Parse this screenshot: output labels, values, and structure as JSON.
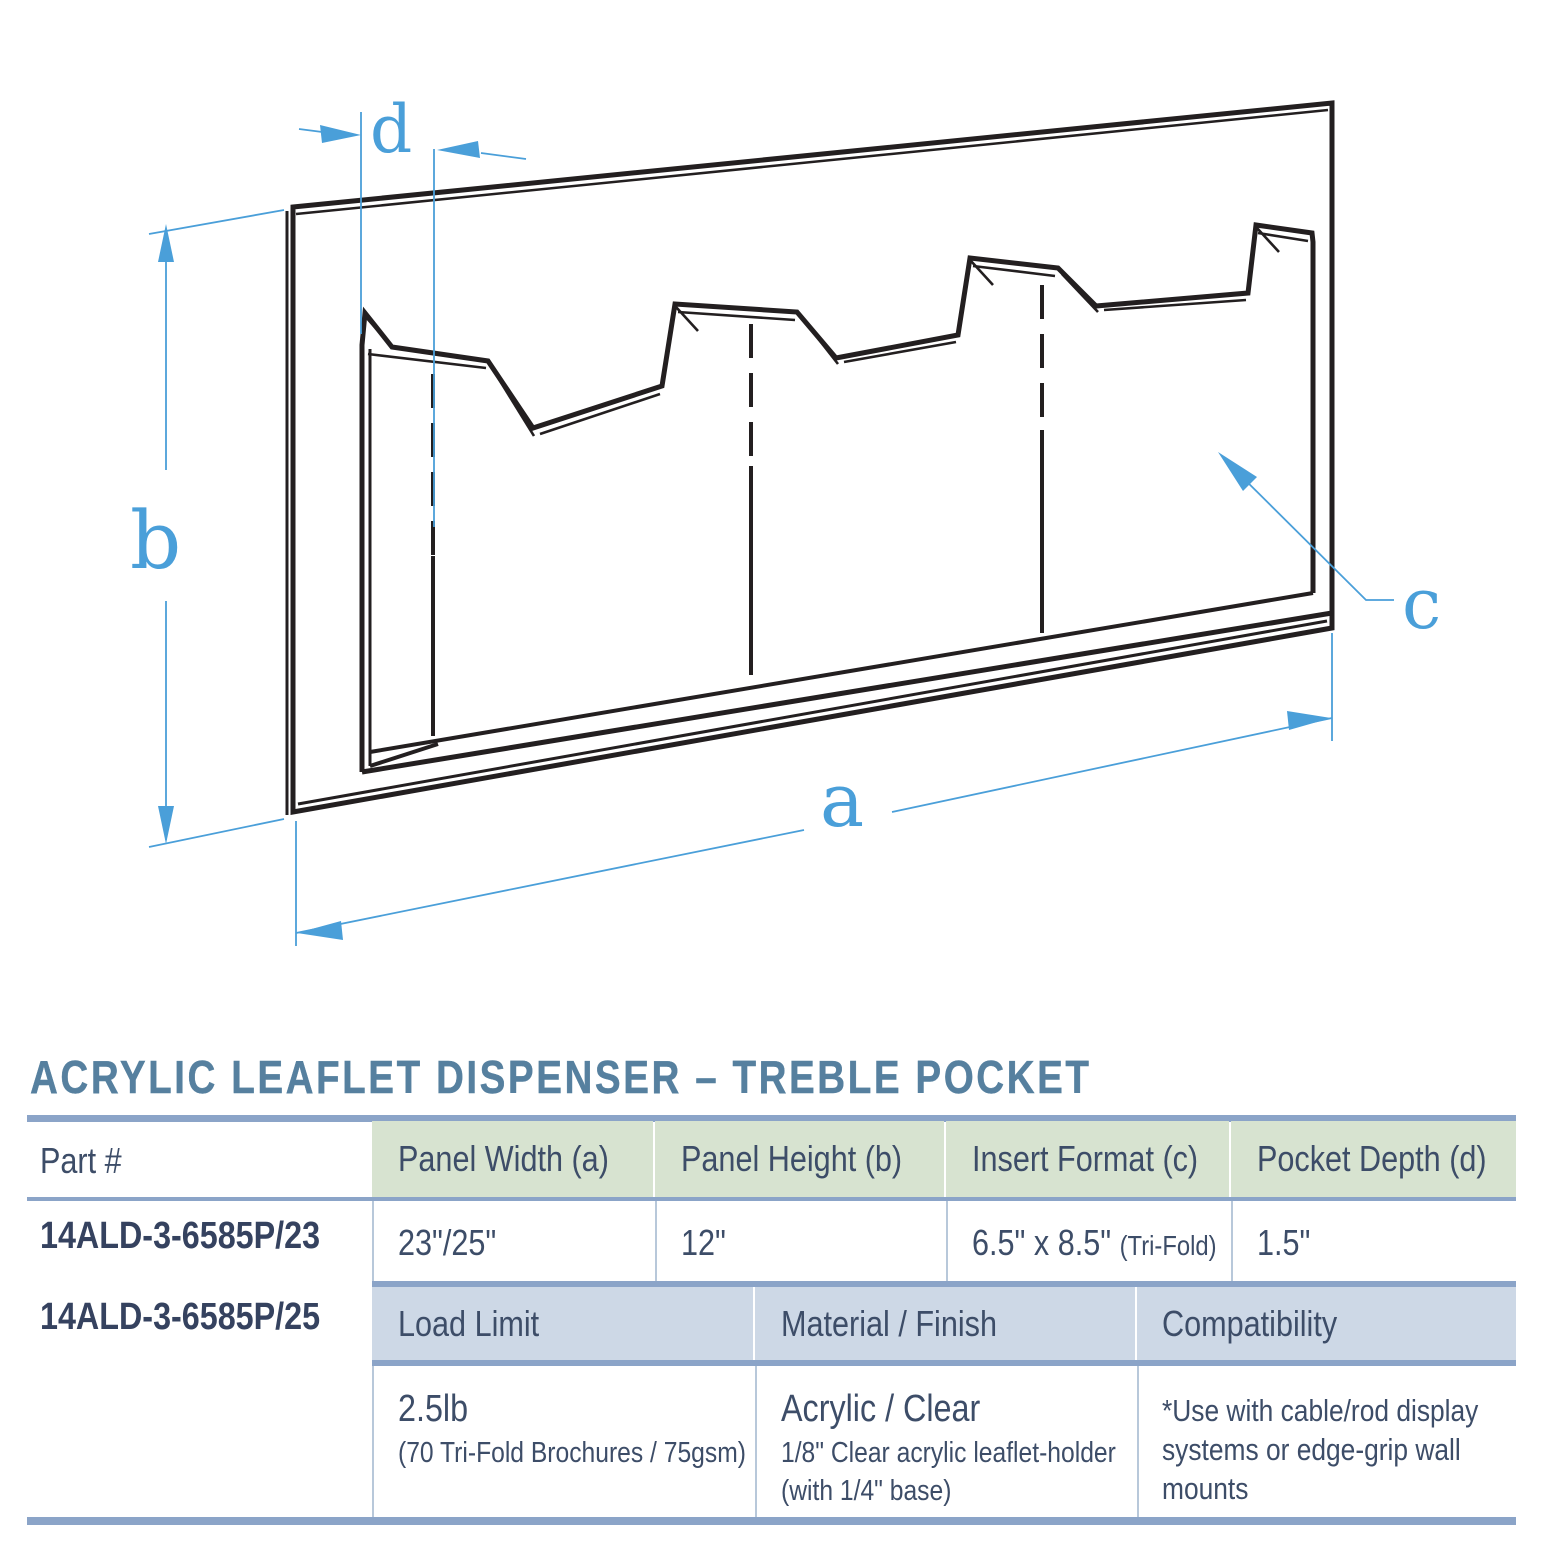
{
  "title": "ACRYLIC LEAFLET DISPENSER – TREBLE POCKET",
  "drawing": {
    "dim_labels": {
      "a": "a",
      "b": "b",
      "c": "c",
      "d": "d"
    }
  },
  "colors": {
    "dimension_blue": "#4a9fd9",
    "title_blue": "#56809f",
    "table_bar_blue": "#8ba4c8",
    "header_green": "#d7e3d0",
    "header_blue_gray": "#cdd8e6",
    "table_text": "#3d4d68",
    "drawing_line": "#231f20"
  },
  "table": {
    "part": {
      "header": "Part #",
      "numbers": [
        "14ALD-3-6585P/23",
        "14ALD-3-6585P/25"
      ]
    },
    "spec_columns": [
      {
        "header": "Panel Width (a)",
        "value": "23\"/25\""
      },
      {
        "header": "Panel Height (b)",
        "value": "12\""
      },
      {
        "header": "Insert Format (c)",
        "value": "6.5\" x 8.5\"",
        "note": "(Tri-Fold)"
      },
      {
        "header": "Pocket Depth (d)",
        "value": "1.5\""
      }
    ],
    "load_limit": {
      "header": "Load Limit",
      "value": "2.5lb",
      "note": "(70 Tri-Fold Brochures / 75gsm)"
    },
    "material": {
      "header": "Material / Finish",
      "value": "Acrylic / Clear",
      "note_lines": [
        "1/8\" Clear acrylic leaflet-holder",
        "(with 1/4\" base)"
      ]
    },
    "compatibility": {
      "header": "Compatibility",
      "note_lines": [
        "*Use with cable/rod display",
        "systems or edge-grip wall",
        "mounts"
      ]
    }
  }
}
